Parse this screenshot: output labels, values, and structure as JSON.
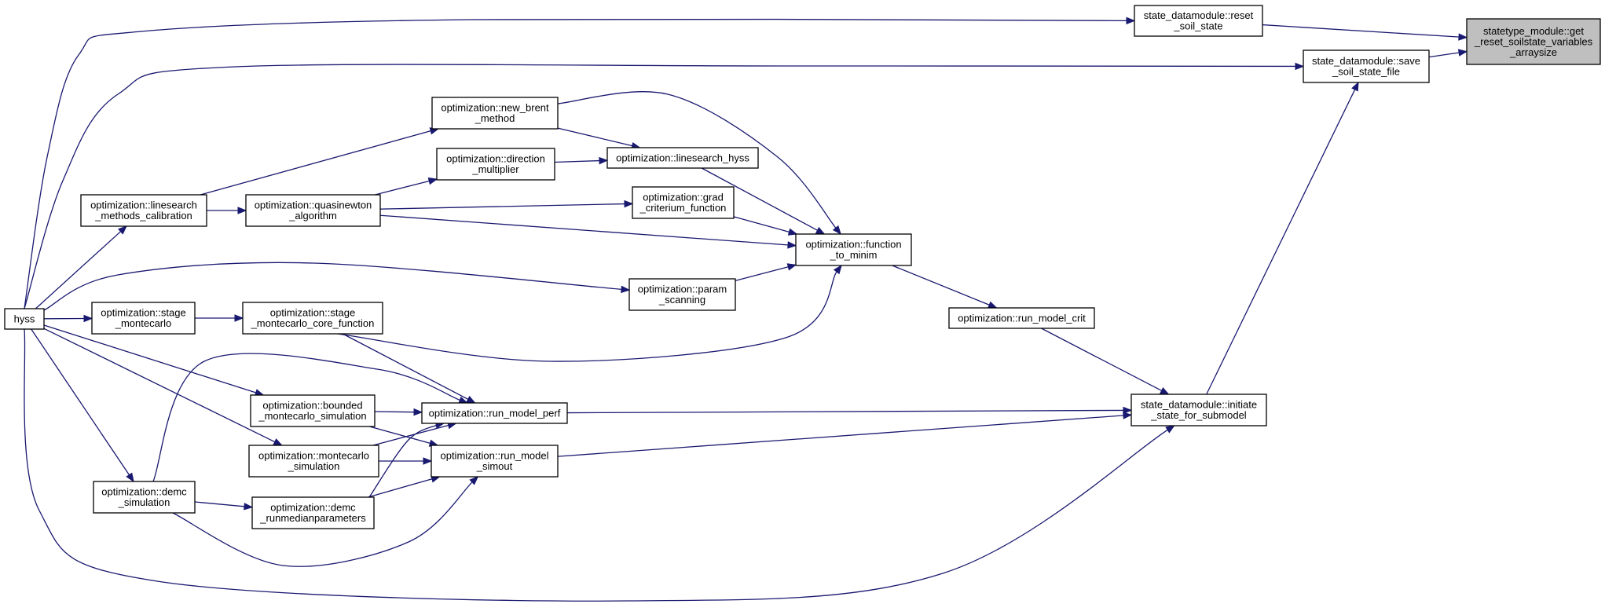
{
  "diagram": {
    "edge_color": "#191970",
    "highlight_color": "#bfbfbf",
    "nodes": [
      {
        "id": "get_reset",
        "lines": [
          "statetype_module::get",
          "_reset_soilstate_variables",
          "_arraysize"
        ],
        "highlight": true
      },
      {
        "id": "reset_soil_state",
        "lines": [
          "state_datamodule::reset",
          "_soil_state"
        ]
      },
      {
        "id": "save_soil_state_file",
        "lines": [
          "state_datamodule::save",
          "_soil_state_file"
        ]
      },
      {
        "id": "initiate_state",
        "lines": [
          "state_datamodule::initiate",
          "_state_for_submodel"
        ]
      },
      {
        "id": "run_model_crit",
        "lines": [
          "optimization::run_model_crit"
        ]
      },
      {
        "id": "function_to_minim",
        "lines": [
          "optimization::function",
          "_to_minim"
        ]
      },
      {
        "id": "new_brent",
        "lines": [
          "optimization::new_brent",
          "_method"
        ]
      },
      {
        "id": "linesearch_hyss",
        "lines": [
          "optimization::linesearch_hyss"
        ]
      },
      {
        "id": "direction_multiplier",
        "lines": [
          "optimization::direction",
          "_multiplier"
        ]
      },
      {
        "id": "grad_criterium",
        "lines": [
          "optimization::grad",
          "_criterium_function"
        ]
      },
      {
        "id": "param_scanning",
        "lines": [
          "optimization::param",
          "_scanning"
        ]
      },
      {
        "id": "linesearch_calibration",
        "lines": [
          "optimization::linesearch",
          "_methods_calibration"
        ]
      },
      {
        "id": "quasinewton",
        "lines": [
          "optimization::quasinewton",
          "_algorithm"
        ]
      },
      {
        "id": "hyss",
        "lines": [
          "hyss"
        ]
      },
      {
        "id": "stage_montecarlo",
        "lines": [
          "optimization::stage",
          "_montecarlo"
        ]
      },
      {
        "id": "stage_core",
        "lines": [
          "optimization::stage",
          "_montecarlo_core_function"
        ]
      },
      {
        "id": "bounded_montecarlo",
        "lines": [
          "optimization::bounded",
          "_montecarlo_simulation"
        ]
      },
      {
        "id": "run_model_perf",
        "lines": [
          "optimization::run_model_perf"
        ]
      },
      {
        "id": "montecarlo_simulation",
        "lines": [
          "optimization::montecarlo",
          "_simulation"
        ]
      },
      {
        "id": "run_model_simout",
        "lines": [
          "optimization::run_model",
          "_simout"
        ]
      },
      {
        "id": "demc_simulation",
        "lines": [
          "optimization::demc",
          "_simulation"
        ]
      },
      {
        "id": "demc_runmedian",
        "lines": [
          "optimization::demc",
          "_runmedianparameters"
        ]
      }
    ],
    "edges": [
      [
        "reset_soil_state",
        "get_reset"
      ],
      [
        "save_soil_state_file",
        "get_reset"
      ],
      [
        "initiate_state",
        "save_soil_state_file"
      ],
      [
        "run_model_crit",
        "initiate_state"
      ],
      [
        "run_model_perf",
        "initiate_state"
      ],
      [
        "run_model_simout",
        "initiate_state"
      ],
      [
        "hyss",
        "initiate_state"
      ],
      [
        "hyss",
        "reset_soil_state"
      ],
      [
        "hyss",
        "save_soil_state_file"
      ],
      [
        "function_to_minim",
        "run_model_crit"
      ],
      [
        "new_brent",
        "function_to_minim"
      ],
      [
        "linesearch_hyss",
        "function_to_minim"
      ],
      [
        "grad_criterium",
        "function_to_minim"
      ],
      [
        "param_scanning",
        "function_to_minim"
      ],
      [
        "quasinewton",
        "function_to_minim"
      ],
      [
        "stage_core",
        "function_to_minim"
      ],
      [
        "new_brent",
        "linesearch_hyss"
      ],
      [
        "direction_multiplier",
        "linesearch_hyss"
      ],
      [
        "linesearch_calibration",
        "new_brent"
      ],
      [
        "quasinewton",
        "direction_multiplier"
      ],
      [
        "quasinewton",
        "grad_criterium"
      ],
      [
        "linesearch_calibration",
        "quasinewton"
      ],
      [
        "hyss",
        "linesearch_calibration"
      ],
      [
        "hyss",
        "param_scanning"
      ],
      [
        "hyss",
        "stage_montecarlo"
      ],
      [
        "stage_montecarlo",
        "stage_core"
      ],
      [
        "stage_core",
        "run_model_perf"
      ],
      [
        "hyss",
        "bounded_montecarlo"
      ],
      [
        "hyss",
        "montecarlo_simulation"
      ],
      [
        "hyss",
        "demc_simulation"
      ],
      [
        "bounded_montecarlo",
        "run_model_perf"
      ],
      [
        "bounded_montecarlo",
        "run_model_simout"
      ],
      [
        "montecarlo_simulation",
        "run_model_perf"
      ],
      [
        "montecarlo_simulation",
        "run_model_simout"
      ],
      [
        "demc_simulation",
        "run_model_perf"
      ],
      [
        "demc_simulation",
        "run_model_simout"
      ],
      [
        "demc_simulation",
        "demc_runmedian"
      ],
      [
        "demc_runmedian",
        "run_model_perf"
      ],
      [
        "demc_runmedian",
        "run_model_simout"
      ]
    ]
  }
}
